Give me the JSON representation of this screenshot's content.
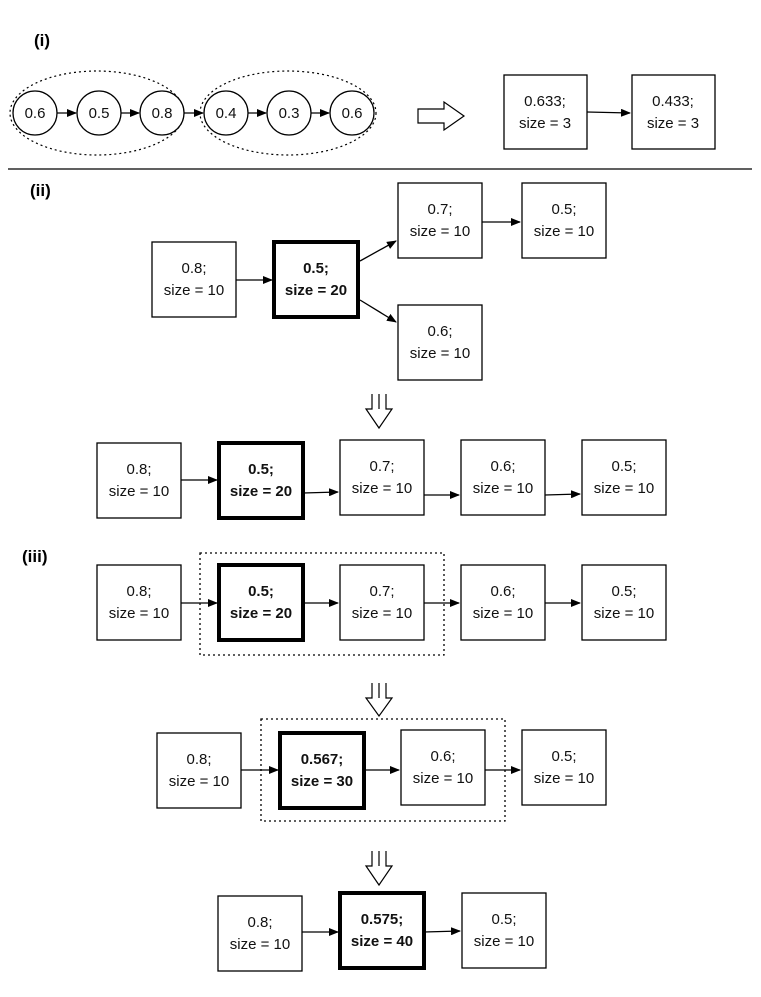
{
  "sections": {
    "i": "(i)",
    "ii": "(ii)",
    "iii": "(iii)"
  },
  "part_i": {
    "circles": [
      "0.6",
      "0.5",
      "0.8",
      "0.4",
      "0.3",
      "0.6"
    ],
    "merged": [
      {
        "value": "0.633;",
        "size": "size = 3"
      },
      {
        "value": "0.433;",
        "size": "size = 3"
      }
    ]
  },
  "part_ii": {
    "before": [
      {
        "value": "0.8;",
        "size": "size = 10"
      },
      {
        "value": "0.5;",
        "size": "size = 20"
      },
      {
        "value": "0.7;",
        "size": "size = 10"
      },
      {
        "value": "0.5;",
        "size": "size = 10"
      },
      {
        "value": "0.6;",
        "size": "size = 10"
      }
    ],
    "after": [
      {
        "value": "0.8;",
        "size": "size = 10"
      },
      {
        "value": "0.5;",
        "size": "size = 20"
      },
      {
        "value": "0.7;",
        "size": "size = 10"
      },
      {
        "value": "0.6;",
        "size": "size = 10"
      },
      {
        "value": "0.5;",
        "size": "size = 10"
      }
    ]
  },
  "part_iii": {
    "step1": [
      {
        "value": "0.8;",
        "size": "size = 10"
      },
      {
        "value": "0.5;",
        "size": "size = 20"
      },
      {
        "value": "0.7;",
        "size": "size = 10"
      },
      {
        "value": "0.6;",
        "size": "size = 10"
      },
      {
        "value": "0.5;",
        "size": "size = 10"
      }
    ],
    "step2": [
      {
        "value": "0.8;",
        "size": "size = 10"
      },
      {
        "value": "0.567;",
        "size": "size = 30"
      },
      {
        "value": "0.6;",
        "size": "size = 10"
      },
      {
        "value": "0.5;",
        "size": "size = 10"
      }
    ],
    "step3": [
      {
        "value": "0.8;",
        "size": "size = 10"
      },
      {
        "value": "0.575;",
        "size": "size = 40"
      },
      {
        "value": "0.5;",
        "size": "size = 10"
      }
    ]
  }
}
